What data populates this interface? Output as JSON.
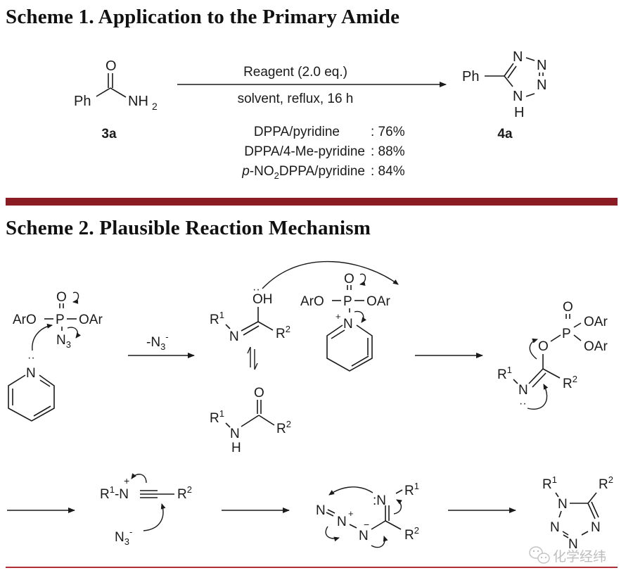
{
  "scheme1": {
    "title": "Scheme 1. Application to the Primary Amide",
    "reactant": {
      "left": "Ph",
      "top": "O",
      "right": "NH",
      "right_sub": "2",
      "label": "3a"
    },
    "conditions": {
      "above": "Reagent (2.0 eq.)",
      "below": "solvent, reflux, 16 h"
    },
    "product": {
      "left": "Ph",
      "atoms": [
        "N",
        "N",
        "N",
        "N",
        "H"
      ],
      "label": "4a"
    },
    "yields": [
      {
        "reagent": "DPPA/pyridine",
        "yield": ": 76%"
      },
      {
        "reagent": "DPPA/4-Me-pyridine",
        "yield": ": 88%"
      },
      {
        "reagent_prefix": "p",
        "reagent_mid": "-NO",
        "reagent_sub": "2",
        "reagent_rest": "DPPA/pyridine",
        "yield": ": 84%"
      }
    ]
  },
  "scheme2": {
    "title": "Scheme 2. Plausible Reaction Mechanism",
    "step1": {
      "phosphoryl_o": "O",
      "left_group": "ArO",
      "phosphorus": "P",
      "right_group": "OAr",
      "azide": "N",
      "azide_sub": "3",
      "pyridine_n": "N",
      "lone_pair": "··"
    },
    "arrow1_label": {
      "text": "-N",
      "sub": "3",
      "sup": "-"
    },
    "imidic": {
      "oh": "OH",
      "r1": "R",
      "r1_sup": "1",
      "n": "N",
      "r2": "R",
      "r2_sup": "2"
    },
    "activated": {
      "o": "O",
      "aro": "ArO",
      "p": "P",
      "oar": "OAr",
      "n_plus": "+",
      "n": "N"
    },
    "amide": {
      "o": "O",
      "r1": "R",
      "r1_sup": "1",
      "n": "N",
      "h": "H",
      "r2": "R",
      "r2_sup": "2"
    },
    "imidoyl": {
      "o_top": "O",
      "p": "P",
      "oar1": "OAr",
      "oar2": "OAr",
      "o_link": "O",
      "r1": "R",
      "r1_sup": "1",
      "n": "N",
      "r2": "R",
      "r2_sup": "2"
    },
    "nitrilium": {
      "r1": "R",
      "r1_sup": "1",
      "dash_n": "-N",
      "plus": "+",
      "r2": "R",
      "r2_sup": "2",
      "azide": "N",
      "azide_sub": "3",
      "azide_sup": "-"
    },
    "imidoyl_azide": {
      "n1": "N",
      "n2": "N",
      "n2_plus": "+",
      "n3": "N",
      "n3_minus": "−",
      "n4": ":N",
      "r1": "R",
      "r1_sup": "1",
      "r2": "R",
      "r2_sup": "2"
    },
    "tetrazole": {
      "r1": "R",
      "r1_sup": "1",
      "r2": "R",
      "r2_sup": "2",
      "n1": "N",
      "n2": "N",
      "n3": "N",
      "n4": "N"
    }
  },
  "watermark": {
    "text": "化学经纬",
    "icon": "wechat-icon"
  },
  "colors": {
    "rule": "#8b1c24",
    "ink": "#1a1a1a",
    "watermark": "#bdbdbd"
  }
}
